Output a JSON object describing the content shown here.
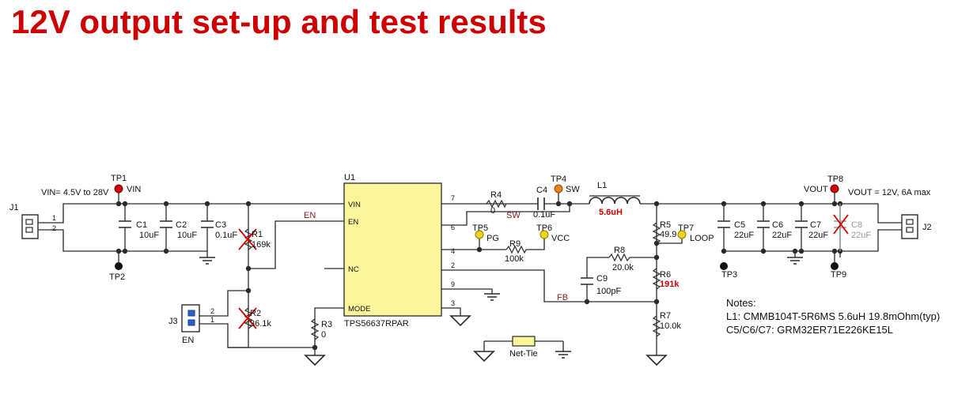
{
  "title": "12V output set-up and test results",
  "colors": {
    "title": "#cc0000",
    "ic_fill": "#fbf59b",
    "tp_red": "#cc0000",
    "tp_orange": "#e8831a",
    "tp_yellow": "#f2d21a",
    "tp_black": "#111111",
    "net_label": "#8b1a1a"
  },
  "u1": {
    "ref": "U1",
    "part": "TPS56637RPAR",
    "left_pins": [
      "VIN",
      "EN",
      "NC",
      "MODE"
    ],
    "right_pins": [
      "7",
      "6",
      "4",
      "2",
      "9",
      "3"
    ]
  },
  "input": {
    "vin_label": "VIN= 4.5V to 28V",
    "j1": "J1",
    "j1_pins": [
      "1",
      "2"
    ]
  },
  "output": {
    "vout_label": "VOUT = 12V, 6A max",
    "j2": "J2"
  },
  "j3": {
    "ref": "J3",
    "name": "EN",
    "pins": [
      "2",
      "1"
    ]
  },
  "tps": {
    "tp1": {
      "ref": "TP1",
      "name": "VIN"
    },
    "tp2": {
      "ref": "TP2"
    },
    "tp3": {
      "ref": "TP3"
    },
    "tp4": {
      "ref": "TP4",
      "name": "SW"
    },
    "tp5": {
      "ref": "TP5",
      "name": "PG"
    },
    "tp6": {
      "ref": "TP6",
      "name": "VCC"
    },
    "tp7": {
      "ref": "TP7",
      "name": "LOOP"
    },
    "tp8": {
      "ref": "TP8",
      "name": "VOUT"
    },
    "tp9": {
      "ref": "TP9"
    }
  },
  "caps": {
    "c1": {
      "ref": "C1",
      "value": "10uF"
    },
    "c2": {
      "ref": "C2",
      "value": "10uF"
    },
    "c3": {
      "ref": "C3",
      "value": "0.1uF"
    },
    "c4": {
      "ref": "C4",
      "value": "0.1uF"
    },
    "c5": {
      "ref": "C5",
      "value": "22uF"
    },
    "c6": {
      "ref": "C6",
      "value": "22uF"
    },
    "c7": {
      "ref": "C7",
      "value": "22uF"
    },
    "c8": {
      "ref": "C8",
      "value": "22uF"
    },
    "c9": {
      "ref": "C9",
      "value": "100pF"
    }
  },
  "res": {
    "r1": {
      "ref": "R1",
      "value": "169k"
    },
    "r2": {
      "ref": "R2",
      "value": "36.1k"
    },
    "r3": {
      "ref": "R3",
      "value": "0"
    },
    "r4": {
      "ref": "R4",
      "value": "0"
    },
    "r5": {
      "ref": "R5",
      "value": "49.9"
    },
    "r6": {
      "ref": "R6",
      "value": "191k"
    },
    "r7": {
      "ref": "R7",
      "value": "10.0k"
    },
    "r8": {
      "ref": "R8",
      "value": "20.0k"
    },
    "r9": {
      "ref": "R9",
      "value": "100k"
    }
  },
  "l1": {
    "ref": "L1",
    "value": "5.6uH"
  },
  "nets": {
    "en": "EN",
    "sw": "SW",
    "fb": "FB"
  },
  "nettie": "Net-Tie",
  "notes": {
    "heading": "Notes:",
    "lines": [
      "L1: CMMB104T-5R6MS 5.6uH 19.8mOhm(typ)",
      "C5/C6/C7: GRM32ER71E226KE15L"
    ]
  }
}
